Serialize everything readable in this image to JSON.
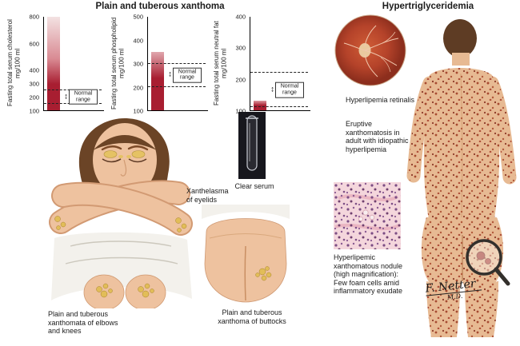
{
  "page": {
    "left_title": "Plain and tuberous xanthoma",
    "right_title": "Hypertriglyceridemia"
  },
  "labels": {
    "normal_range": "Normal range",
    "xanthelasma": "Xanthelasma of eyelids",
    "clear_serum": "Clear serum",
    "elbows_knees": "Plain and tuberous xanthomata of elbows and knees",
    "buttocks": "Plain and tuberous xanthoma of buttocks",
    "retinalis": "Hyperlipemia retinalis",
    "eruptive": "Eruptive xanthomatosis in adult with idiopathic hyperlipemia",
    "nodule": "Hyperlipemic xanthomatous nodule (high magnification): Few foam cells amid inflammatory exudate",
    "signature": "F. Netter",
    "signature_title": "M.D."
  },
  "colors": {
    "bar_red": "#a81e31",
    "skin": "#eec29f",
    "man_skin": "#e7ba93",
    "xanthoma_yellow": "#e2bd58",
    "retina_red": "#b5432a",
    "histology_pink": "#f4d6dc",
    "tube_background": "#17171d",
    "hair_brown": "#6b4426"
  },
  "chart_data": [
    {
      "type": "bar",
      "ylabel": "Fasting total serum cholesterol mg/100 ml",
      "ylim": [
        100,
        800
      ],
      "yticks": [
        800,
        600,
        400,
        300,
        200,
        100
      ],
      "bar_value": 800,
      "normal_range": [
        150,
        250
      ],
      "normal_label": "Normal range"
    },
    {
      "type": "bar",
      "ylabel": "Fasting total serum phospholipid mg/100 ml",
      "ylim": [
        100,
        500
      ],
      "yticks": [
        500,
        400,
        300,
        200,
        100
      ],
      "bar_value": 350,
      "normal_range": [
        200,
        300
      ],
      "normal_label": "Normal range"
    },
    {
      "type": "bar",
      "ylabel": "Fasting total serum neutral fat mg/100 ml",
      "ylim": [
        100,
        400
      ],
      "yticks": [
        400,
        300,
        200,
        100
      ],
      "bar_value": 130,
      "normal_range": [
        110,
        220
      ],
      "normal_label": "Normal range"
    }
  ]
}
